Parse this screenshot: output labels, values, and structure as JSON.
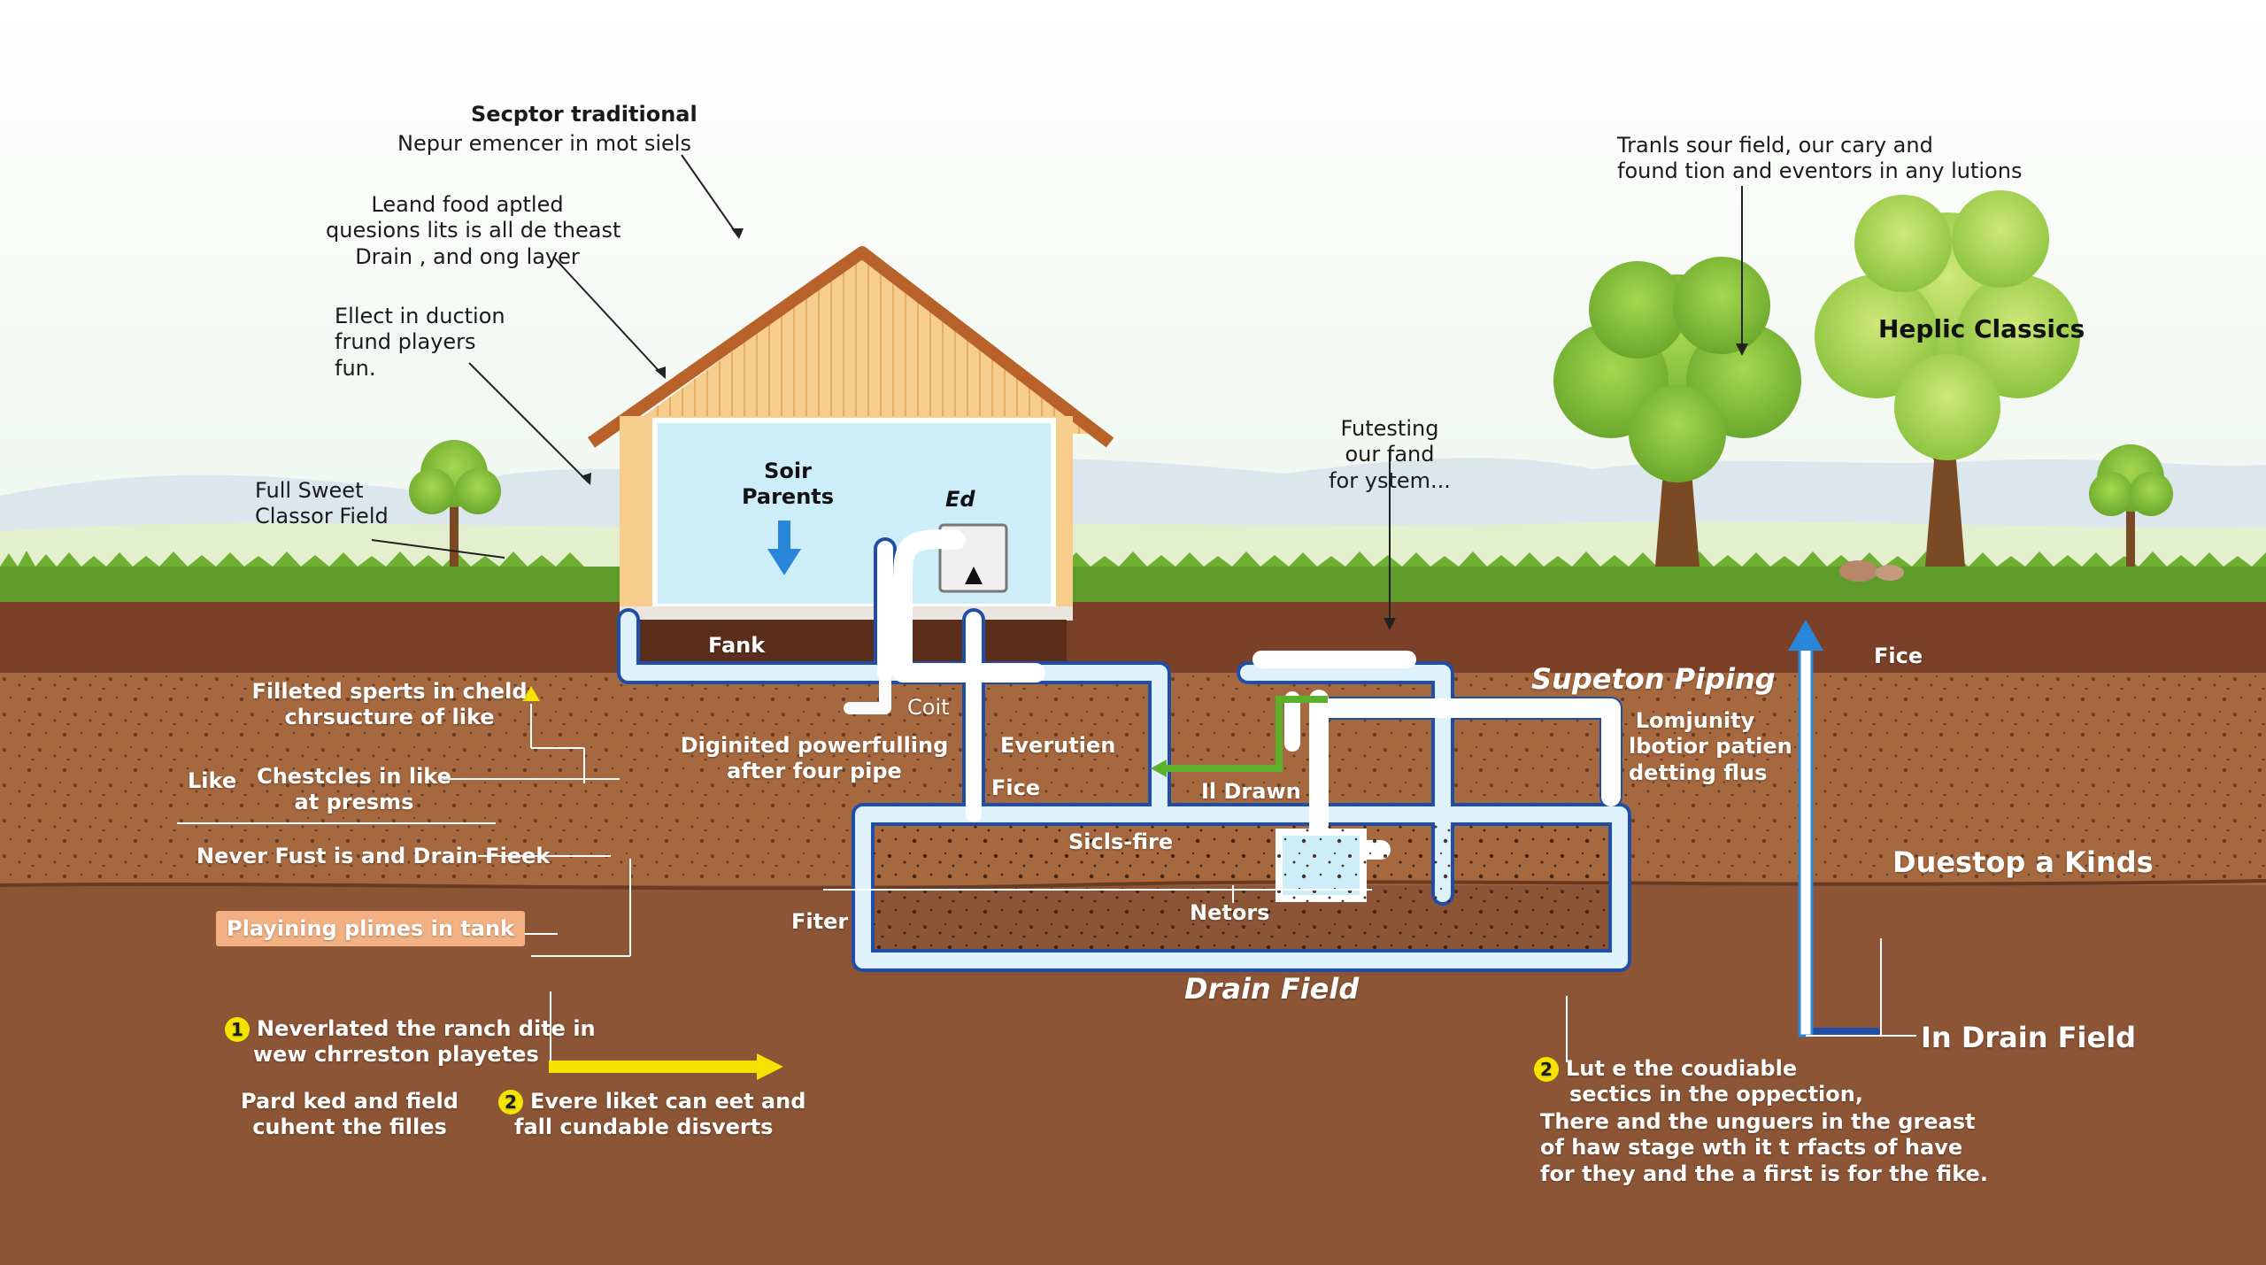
{
  "labels": {
    "sector_title": "Secptor traditional",
    "sector_sub": "Nepur emencer in mot siels",
    "lead_1": "Leand food aptled",
    "lead_2": "quesions lits is all de theast",
    "lead_3": "Drain , and ong layer",
    "elect_1": "Ellect in duction",
    "elect_2": "frund players",
    "elect_3": "fun.",
    "full_1": "Full Sweet",
    "full_2": "Classor Field",
    "house_soir": "Soir",
    "house_parents": "Parents",
    "house_ed": "Ed",
    "fank": "Fank",
    "coit": "Coit",
    "futesting_1": "Futesting",
    "futesting_2": "our fand",
    "futesting_3": "for ystem...",
    "trans_1": "Tranls sour field, our cary and",
    "trans_2": "found tion and eventors in any lutions",
    "heplic": "Heplic Classics",
    "filleted_1": "Filleted sperts in cheld",
    "filleted_2": "chrsucture of like",
    "like": "Like",
    "chestcles_1": "Chestcles in like",
    "chestcles_2": "at presms",
    "never": "Never  Fust is and Drain Fieek",
    "playining": "Playining plimes in tank",
    "digi_1": "Diginited powerfulling",
    "digi_2": "after four pipe",
    "everutien": "Everutien",
    "fice_mid": "Fice",
    "il_drawn": "Il Drawn",
    "sicls": "Sicls-fire",
    "supeton": "Supeton Piping",
    "lomjunity_1": "Lomjunity",
    "lomjunity_2": "lbotior patien",
    "lomjunity_3": "detting flus",
    "fice_right": "Fice",
    "duestop": "Duestop a Kinds",
    "fiter": "Fiter",
    "netors": "Netors",
    "drain_field": "Drain  Field",
    "in_drain_field": "In Drain Field",
    "n1": "1",
    "nev_1": "Neverlated the ranch dite in",
    "nev_2": "wew chrreston playetes",
    "pard_1": "Pard ked and field",
    "pard_2": "cuhent the filles",
    "n2a": "2",
    "evere_1": "Evere liket can eet and",
    "evere_2": "fall cundable disverts",
    "n2b": "2",
    "lute_1": "Lut e the coudiable",
    "lute_2": "sectics in the oppection,",
    "there_1": "There and the unguers in the greast",
    "there_2": "of haw stage wth it t rfacts of have",
    "there_3": "for they and the a first is for the fike."
  },
  "colors": {
    "sky": "#ffffff",
    "grass": "#5f9b2a",
    "topsoil": "#7a4128",
    "midsoil": "#a6683e",
    "deepsoil": "#8c5535",
    "pipe": "#ffffff",
    "pipe_outline": "#1f4ea8",
    "tank_fill": "#cdeef9",
    "roof": "#b8622a",
    "wall": "#f6cd8c",
    "arrow_yellow": "#f5e400",
    "arrow_blue": "#2a86d8",
    "arrow_green": "#5bb02c"
  }
}
